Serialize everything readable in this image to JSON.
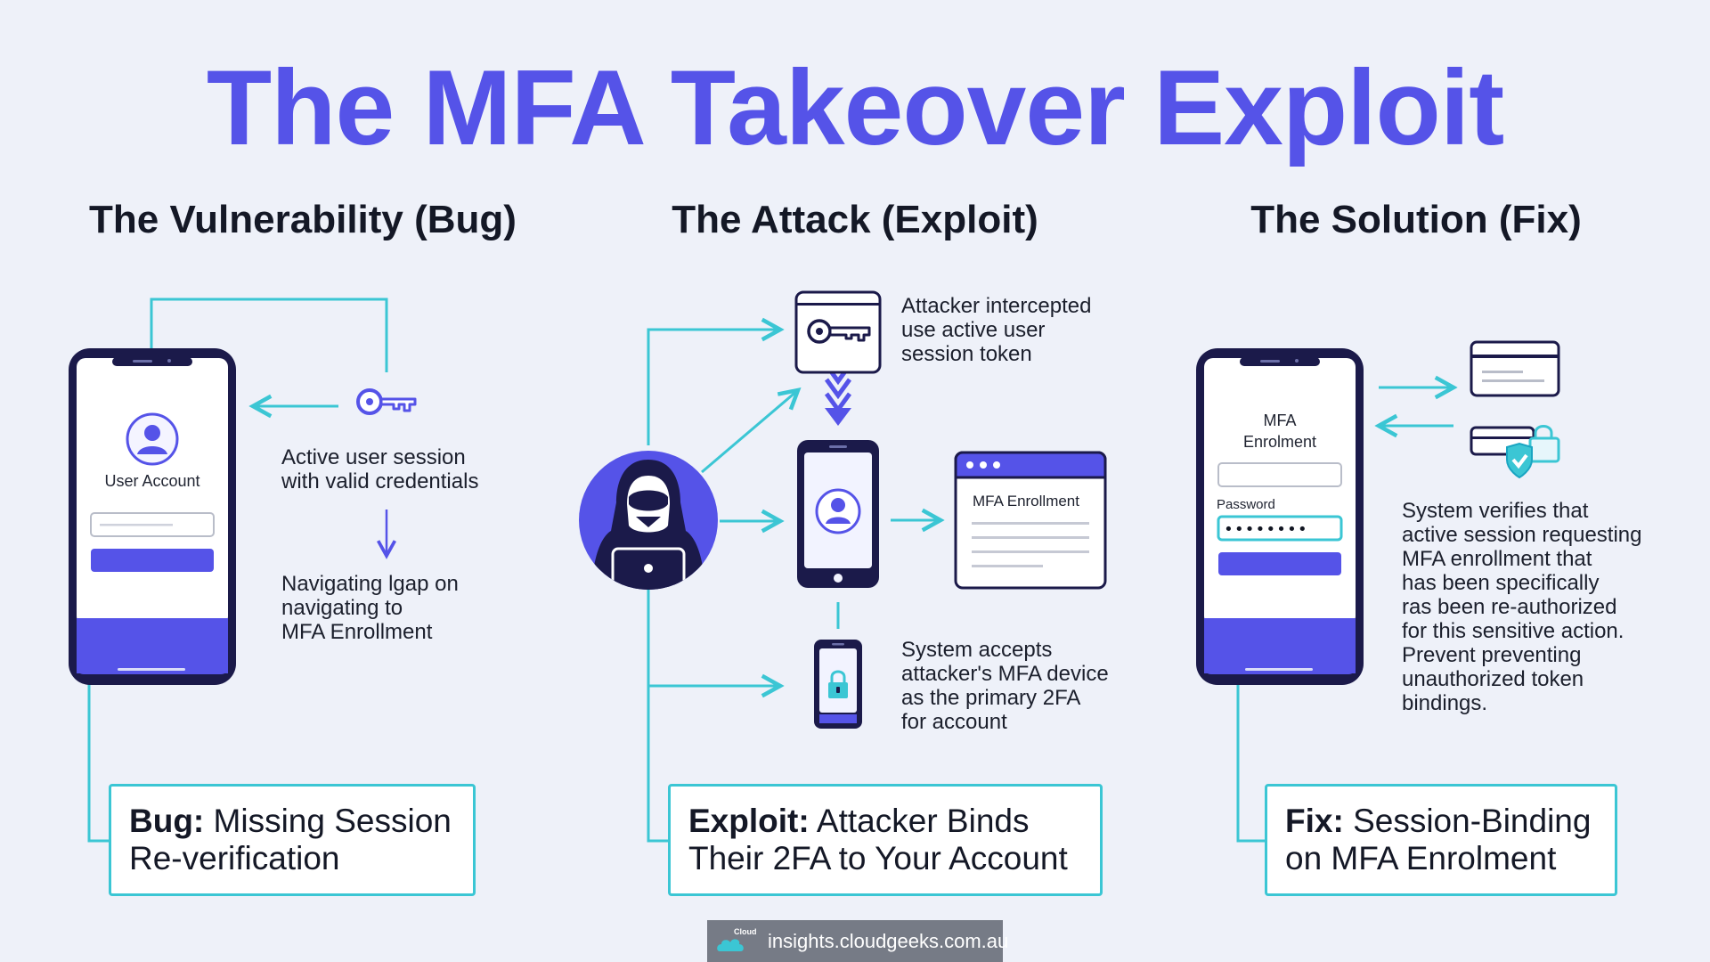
{
  "title": "The MFA Takeover Exploit",
  "columns": {
    "bug": {
      "heading": "The Vulnerability (Bug)",
      "screen_label": "User Account",
      "desc_session": "Active user session\nwith valid credentials",
      "desc_navigate": "Navigating lgap on\nnavigating to\nMFA Enrollment",
      "box_bold": "Bug:",
      "box_line1": "Missing Session",
      "box_line2": "Re-verification"
    },
    "attack": {
      "heading": "The Attack (Exploit)",
      "desc_intercept": "Attacker intercepted\nuse active user\nsession token",
      "card_title": "MFA Enrollment",
      "desc_accept": "System accepts\nattacker's MFA device\nas the primary 2FA\nfor account",
      "box_bold": "Exploit:",
      "box_line1": "Attacker Binds",
      "box_line2": "Their 2FA to Your Account"
    },
    "fix": {
      "heading": "The Solution (Fix)",
      "screen_label": "MFA\nEnrolment",
      "password_label": "Password",
      "password_mask": "••••••••",
      "desc_verify": "System verifies that\nactive session requesting\nMFA enrollment that\nhas been specifically\nras been re-authorized\nfor this sensitive action.\nPrevent preventing\nunauthorized token\nbindings.",
      "box_bold": "Fix:",
      "box_line1": "Session-Binding",
      "box_line2": "on MFA Enrolment"
    }
  },
  "footer": {
    "logo_text": "Cloud",
    "url": "insights.cloudgeeks.com.au"
  },
  "colors": {
    "accent": "#5553e8",
    "cyan": "#3bc6d4",
    "phone": "#1b1a4a",
    "background": "#eef1f9"
  }
}
